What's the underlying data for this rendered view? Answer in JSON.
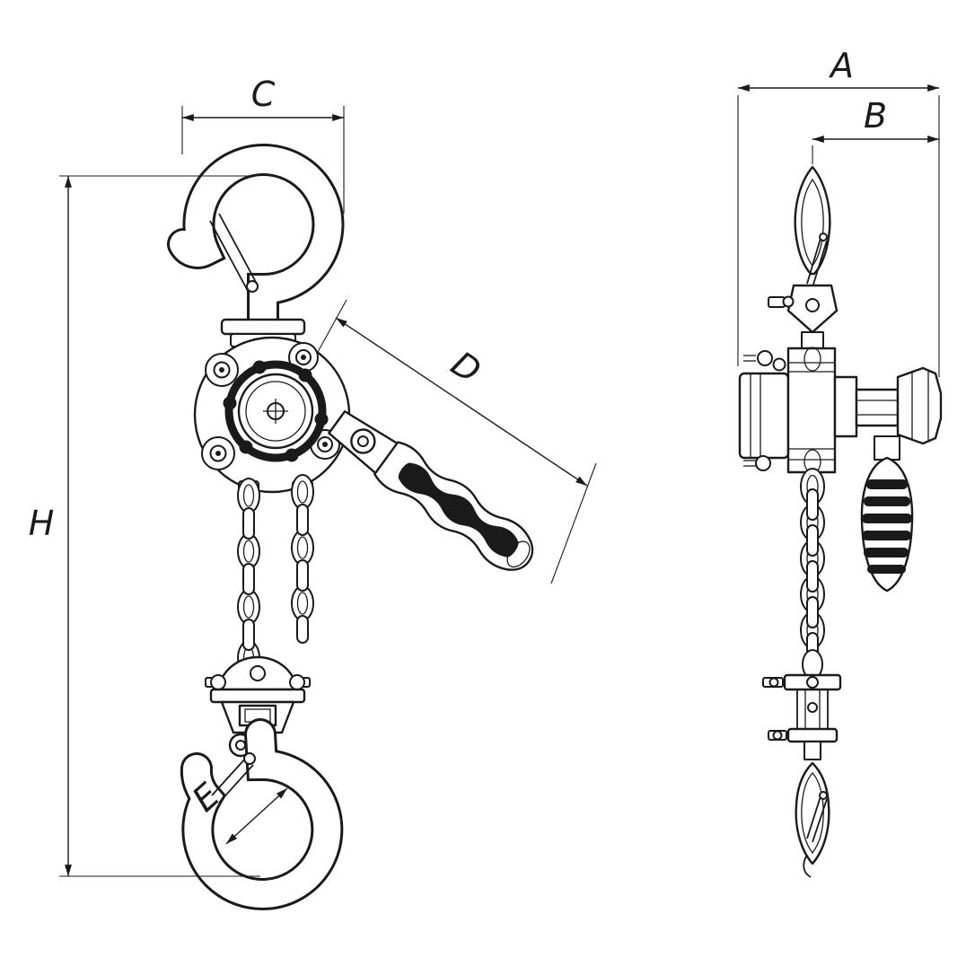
{
  "diagram": {
    "background_color": "#ffffff",
    "line_color": "#1a1a1a",
    "dimension_labels": {
      "A": "A",
      "B": "B",
      "C": "C",
      "D": "D",
      "E": "E",
      "H": "H"
    }
  }
}
